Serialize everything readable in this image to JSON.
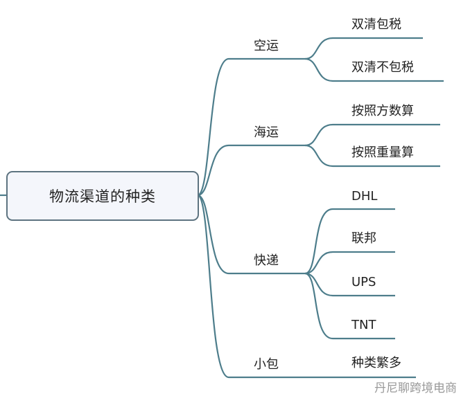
{
  "root": "物流渠道的种类",
  "line_color": "#4d7d8b",
  "branches": [
    {
      "label": "空运",
      "children": [
        "双清包税",
        "双清不包税"
      ]
    },
    {
      "label": "海运",
      "children": [
        "按照方数算",
        "按照重量算"
      ]
    },
    {
      "label": "快递",
      "children": [
        "DHL",
        "联邦",
        "UPS",
        "TNT"
      ]
    },
    {
      "label": "小包",
      "children": [
        "种类繁多"
      ]
    }
  ],
  "watermark": "丹尼聊跨境电商"
}
